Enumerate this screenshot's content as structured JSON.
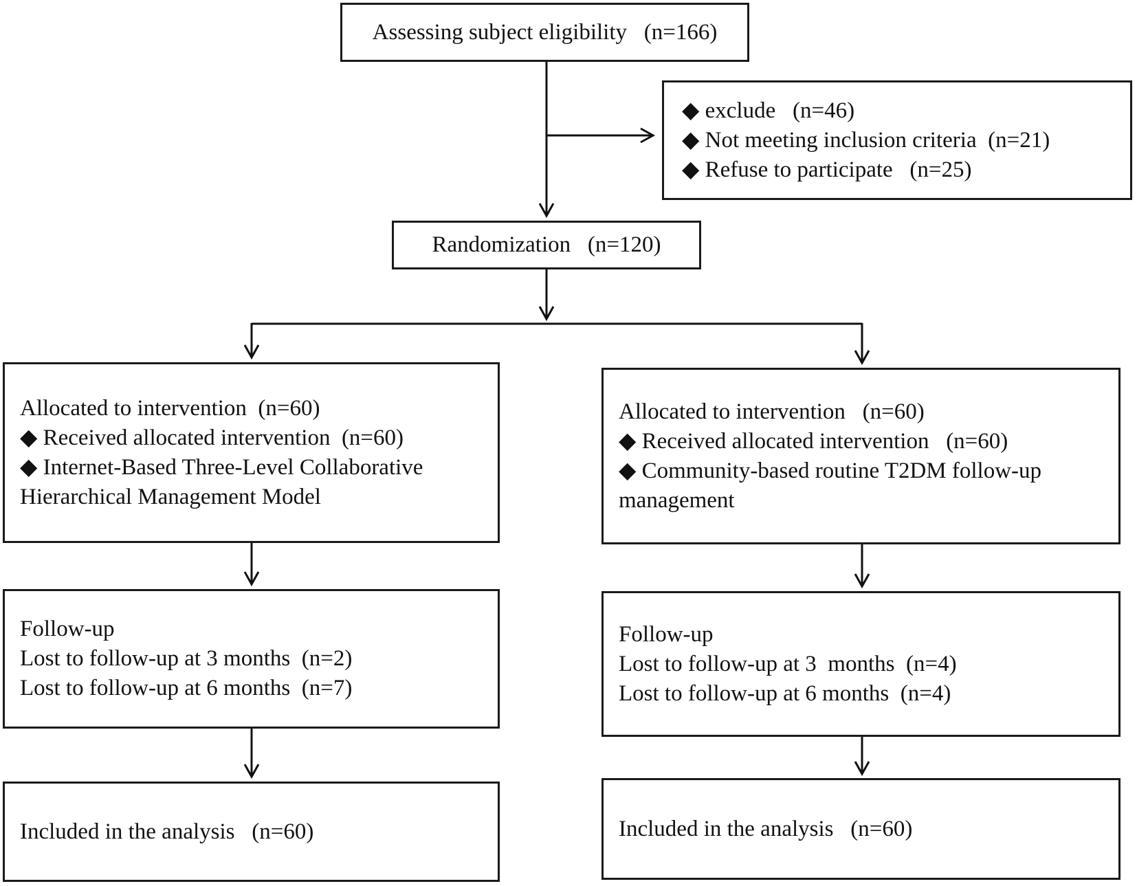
{
  "figure": {
    "type": "consort-flow-diagram",
    "background_color": "#ffffff",
    "box_border_color": "#1a1a1a",
    "arrow_color": "#111111",
    "text_color": "#111111"
  },
  "nodes": {
    "eligibility": {
      "text": "Assessing subject eligibility   (n=166)"
    },
    "excluded": {
      "lines": [
        "◆ exclude   (n=46)",
        "◆ Not meeting inclusion criteria  (n=21)",
        "◆ Refuse to participate   (n=25)"
      ]
    },
    "randomization": {
      "text": "Randomization   (n=120)"
    },
    "allocated_intervention": {
      "lines": [
        "Allocated to intervention  (n=60)",
        "◆ Received allocated intervention  (n=60)",
        "◆ Internet-Based Three-Level Collaborative",
        "Hierarchical Management Model"
      ]
    },
    "allocated_control": {
      "lines": [
        "Allocated to intervention   (n=60)",
        "◆ Received allocated intervention   (n=60)",
        "◆ Community-based routine T2DM follow-up",
        "management"
      ]
    },
    "followup_intervention": {
      "lines": [
        "Follow-up",
        "Lost to follow-up at 3 months  (n=2)",
        "Lost to follow-up at 6 months  (n=7)"
      ]
    },
    "followup_control": {
      "lines": [
        "Follow-up",
        "Lost to follow-up at 3  months  (n=4)",
        "Lost to follow-up at 6 months  (n=4)"
      ]
    },
    "analysis_intervention": {
      "text": "Included in the analysis   (n=60)"
    },
    "analysis_control": {
      "text": "Included in the analysis   (n=60)"
    }
  }
}
